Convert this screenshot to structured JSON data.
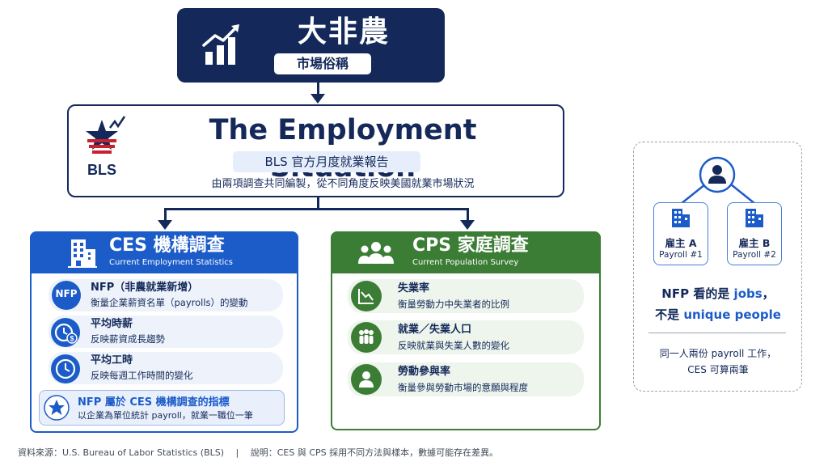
{
  "top": {
    "title": "大非農",
    "subtitle": "市場俗稱"
  },
  "main": {
    "logo_text": "BLS",
    "title": "The Employment Situation",
    "subtitle": "BLS 官方月度就業報告",
    "description": "由兩項調查共同編製，從不同角度反映美國就業市場狀況"
  },
  "ces": {
    "title": "CES 機構調查",
    "english": "Current Employment Statistics",
    "items": [
      {
        "badge": "NFP",
        "title": "NFP（非農就業新增）",
        "desc": "衡量企業薪資名單（payrolls）的變動"
      },
      {
        "title": "平均時薪",
        "desc": "反映薪資成長趨勢"
      },
      {
        "title": "平均工時",
        "desc": "反映每週工作時間的變化"
      }
    ],
    "note": {
      "title": "NFP 屬於 CES 機構調查的指標",
      "desc": "以企業為單位統計 payroll，就業一職位一筆"
    }
  },
  "cps": {
    "title": "CPS 家庭調查",
    "english": "Current Population Survey",
    "items": [
      {
        "title": "失業率",
        "desc": "衡量勞動力中失業者的比例"
      },
      {
        "title": "就業／失業人口",
        "desc": "反映就業與失業人數的變化"
      },
      {
        "title": "勞動參與率",
        "desc": "衡量參與勞動市場的意願與程度"
      }
    ]
  },
  "side": {
    "employer_a": {
      "title": "雇主 A",
      "sub": "Payroll #1"
    },
    "employer_b": {
      "title": "雇主 B",
      "sub": "Payroll #2"
    },
    "line1_prefix": "NFP 看的是 ",
    "line1_highlight": "jobs",
    "line1_suffix": "，",
    "line2_prefix": "不是 ",
    "line2_highlight": "unique people",
    "note_line1": "同一人兩份 payroll 工作，",
    "note_line2": "CES 可算兩筆"
  },
  "footer": "資料來源：U.S. Bureau of Labor Statistics (BLS)　 |　 說明：CES 與 CPS 採用不同方法與樣本，數據可能存在差異。",
  "colors": {
    "navy": "#14295a",
    "ces_blue": "#1c5cc8",
    "cps_green": "#3c7d35",
    "bls_red": "#c8202f",
    "highlight_blue": "#1c5cc8"
  }
}
